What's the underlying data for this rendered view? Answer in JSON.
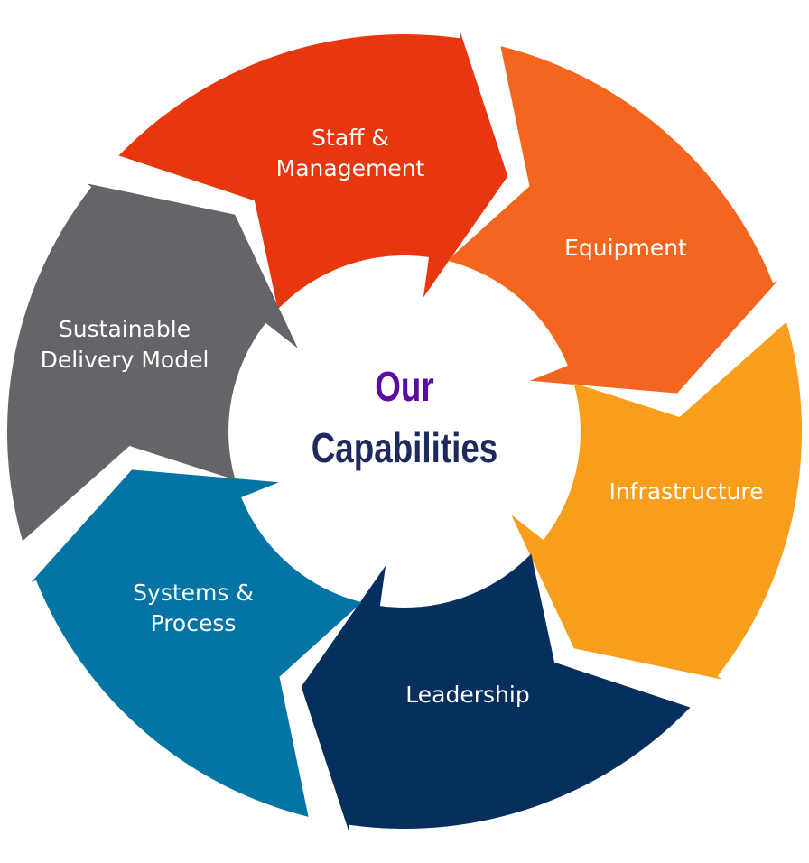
{
  "center": {
    "line1": "Our",
    "line2": "Capabilities",
    "line1_color": "#5A0DA0",
    "line2_color": "#1E2A5E"
  },
  "segments": [
    {
      "id": "staff",
      "line1": "Staff &",
      "line2": "Management",
      "color": "#E8360F"
    },
    {
      "id": "equipment",
      "line1": "Equipment",
      "line2": "",
      "color": "#F4661F"
    },
    {
      "id": "infrastructure",
      "line1": "Infrastructure",
      "line2": "",
      "color": "#F99D1C"
    },
    {
      "id": "leadership",
      "line1": "Leadership",
      "line2": "",
      "color": "#062F5E"
    },
    {
      "id": "systems",
      "line1": "Systems &",
      "line2": "Process",
      "color": "#0374A4"
    },
    {
      "id": "sustainable",
      "line1": "Sustainable",
      "line2": "Delivery Model",
      "color": "#636569"
    }
  ]
}
